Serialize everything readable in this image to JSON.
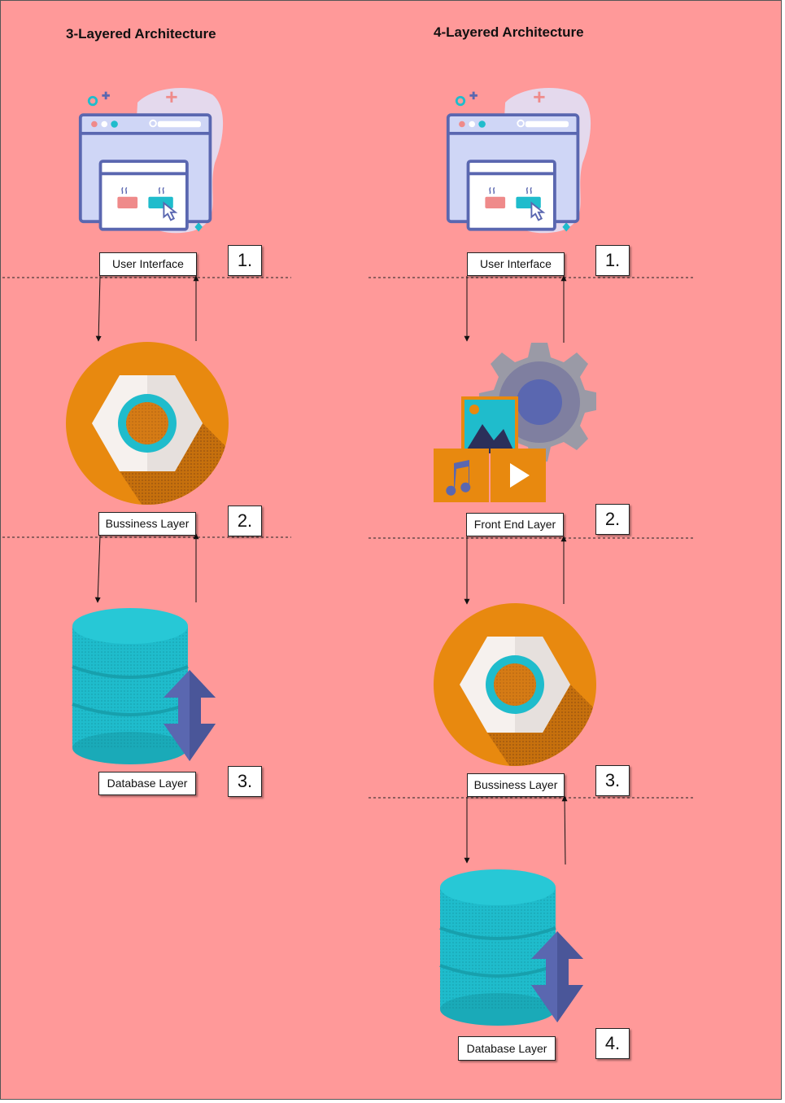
{
  "columns": [
    {
      "title": "3-Layered Architecture",
      "layers": [
        {
          "label": "User Interface",
          "number": "1.",
          "icon": "browser-window-icon"
        },
        {
          "label": "Bussiness Layer",
          "number": "2.",
          "icon": "hex-nut-icon"
        },
        {
          "label": "Database Layer",
          "number": "3.",
          "icon": "database-icon"
        }
      ]
    },
    {
      "title": "4-Layered Architecture",
      "layers": [
        {
          "label": "User Interface",
          "number": "1.",
          "icon": "browser-window-icon"
        },
        {
          "label": "Front End Layer",
          "number": "2.",
          "icon": "media-gear-icon"
        },
        {
          "label": "Bussiness Layer",
          "number": "3.",
          "icon": "hex-nut-icon"
        },
        {
          "label": "Database Layer",
          "number": "4.",
          "icon": "database-icon"
        }
      ]
    }
  ],
  "colors": {
    "background": "#ff9999",
    "orange": "#e8890f",
    "teal": "#1fbccc",
    "purple": "#5a67b0",
    "window": "#cfd6f6"
  }
}
